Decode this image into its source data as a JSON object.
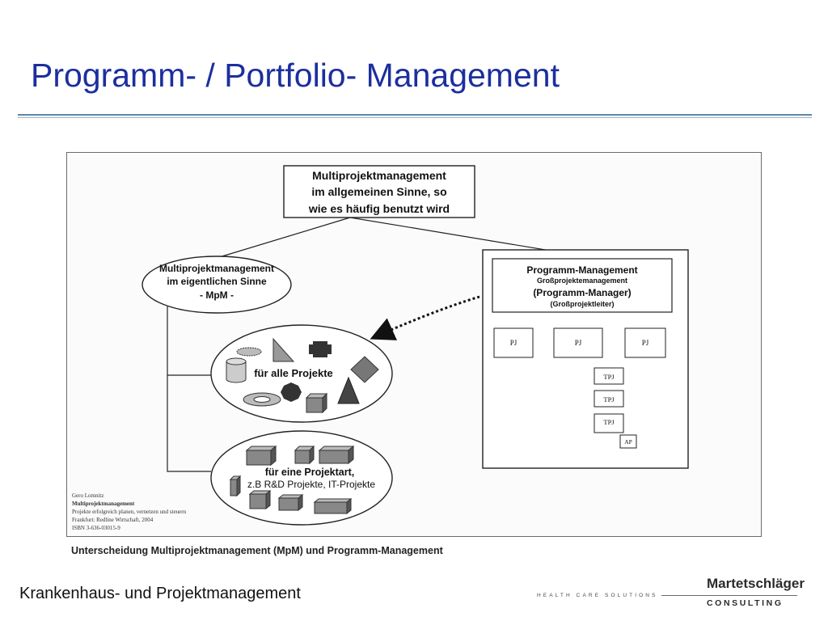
{
  "slide": {
    "title": "Programm- / Portfolio- Management",
    "caption": "Unterscheidung Multiprojektmanagement (MpM) und Programm-Management",
    "footer": "Krankenhaus- und Projektmanagement"
  },
  "logo": {
    "tagline": "HEALTH CARE SOLUTIONS",
    "name": "Martetschläger",
    "sub": "CONSULTING"
  },
  "diagram": {
    "top_box": [
      "Multiprojektmanagement",
      "im allgemeinen Sinne, so",
      "wie es häufig benutzt wird"
    ],
    "mpm_ellipse": [
      "Multiprojektmanagement",
      "im eigentlichen Sinne",
      "- MpM -"
    ],
    "all_projects_label": "für alle Projekte",
    "project_type": [
      "für eine Projektart,",
      "z.B R&D Projekte, IT-Projekte"
    ],
    "program_box": [
      "Programm-Management",
      "Großprojektemanagement",
      "(Programm-Manager)",
      "(Großprojektleiter)"
    ],
    "pj_labels": [
      "PJ",
      "PJ",
      "PJ"
    ],
    "tpj_labels": [
      "TPJ",
      "TPJ",
      "TPJ"
    ],
    "ap_label": "AP",
    "reference": [
      "Gero Lomnitz",
      "Multiprojektmanagement",
      "Projekte erfolgreich planen, vernetzen und steuern",
      "Frankfurt: Redline Wirtschaft, 2004",
      "ISBN 3-636-03015-9"
    ]
  }
}
